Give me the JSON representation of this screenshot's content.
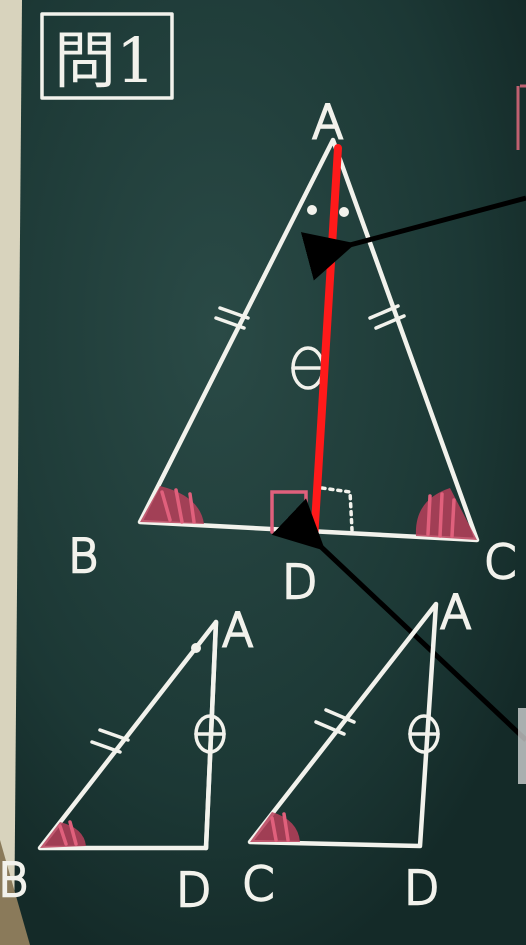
{
  "title_box": {
    "text": "問1"
  },
  "main_triangle": {
    "vertices": {
      "A": "A",
      "B": "B",
      "C": "C",
      "D": "D"
    }
  },
  "sub_triangle_left": {
    "vertices": {
      "A": "A",
      "B": "B",
      "D": "D"
    }
  },
  "sub_triangle_right": {
    "vertices": {
      "A": "A",
      "C": "C",
      "D": "D"
    }
  },
  "colors": {
    "board": "#1e3a37",
    "chalk": "#f2f2ec",
    "highlight_segment": "#ff1a1a",
    "angle_marks": "#c04460",
    "arrows": "#000000"
  }
}
